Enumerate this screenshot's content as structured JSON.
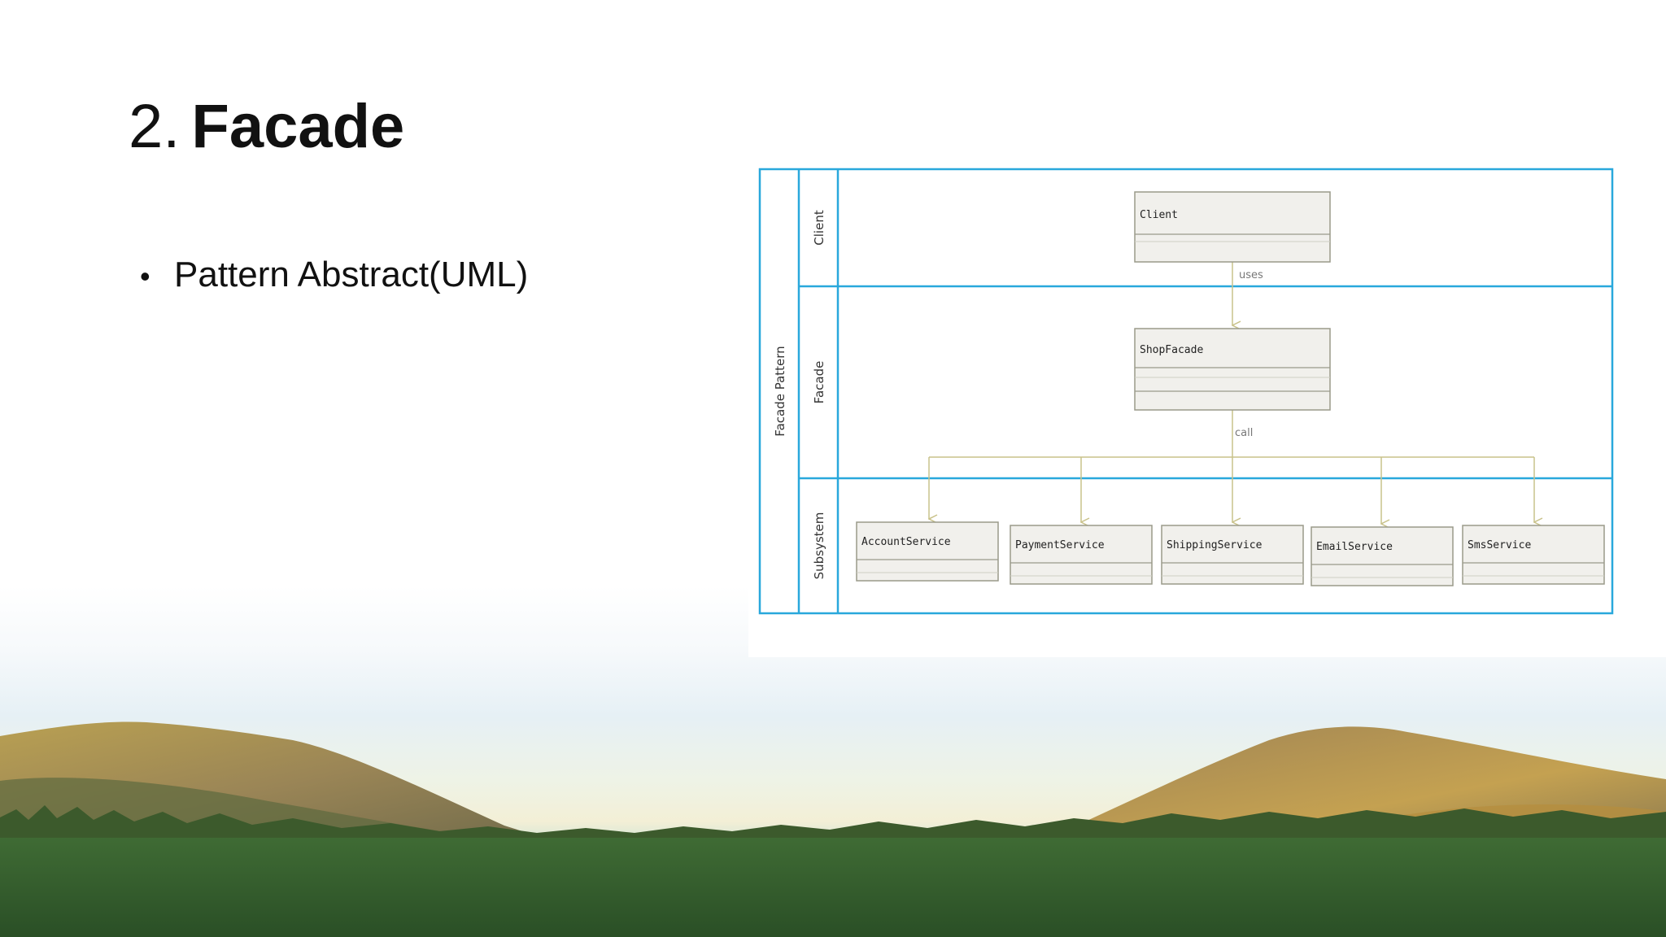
{
  "slide": {
    "title_number": "2.",
    "title_text": "Facade",
    "bullets": [
      "Pattern Abstract(UML)"
    ]
  },
  "diagram": {
    "outer_label": "Facade Pattern",
    "lanes": [
      {
        "label": "Client"
      },
      {
        "label": "Facade"
      },
      {
        "label": "Subsystem"
      }
    ],
    "classes": {
      "client": "Client",
      "facade": "ShopFacade",
      "services": [
        "AccountService",
        "PaymentService",
        "ShippingService",
        "EmailService",
        "SmsService"
      ]
    },
    "edge_labels": {
      "client_to_facade": "uses",
      "facade_to_services": "call"
    },
    "colors": {
      "lane_border": "#29a8dc",
      "class_border": "#9a9a8a",
      "class_fill": "#f1f0ec",
      "connector": "#c9c28a"
    }
  }
}
